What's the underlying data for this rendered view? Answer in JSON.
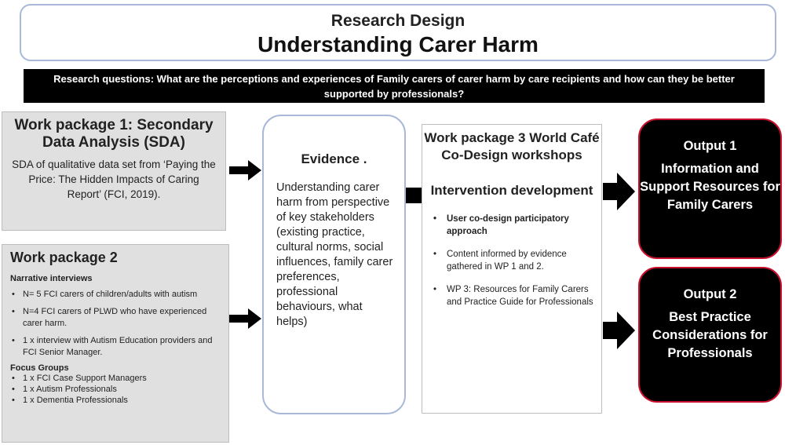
{
  "header": {
    "subtitle": "Research Design",
    "title": "Understanding Carer Harm"
  },
  "research_question": "Research questions: What are the perceptions and experiences of Family carers of carer harm by care recipients and how can they be better supported by  professionals?",
  "wp1": {
    "title": "Work package 1: Secondary Data Analysis (SDA)",
    "description": "SDA of qualitative data set from ‘Paying the Price: The Hidden Impacts of Caring Report’ (FCI, 2019)."
  },
  "wp2": {
    "title": "Work package 2",
    "narrative_heading": "Narrative interviews",
    "narrative_items": [
      "N= 5 FCI carers of  children/adults with autism",
      "N=4 FCI carers of PLWD who have experienced carer harm.",
      "1 x interview with Autism Education providers and FCI Senior Manager."
    ],
    "focus_heading": "Focus Groups",
    "focus_items": [
      "1  x FCI Case Support Managers",
      " 1 x Autism Professionals",
      "1 x   Dementia Professionals"
    ]
  },
  "evidence": {
    "title": "Evidence .",
    "body": "Understanding carer harm from perspective of key stakeholders (existing practice, cultural norms, social influences, family carer preferences, professional behaviours, what helps)"
  },
  "wp3": {
    "title": "Work package 3 World Café Co-Design workshops",
    "subtitle": "Intervention development",
    "items": [
      "User co-design participatory approach",
      "Content informed by evidence gathered in WP 1 and 2.",
      "WP 3: Resources for Family Carers and Practice Guide for Professionals"
    ]
  },
  "outputs": [
    {
      "title": "Output 1",
      "body": "Information and Support Resources for Family Carers"
    },
    {
      "title": "Output 2",
      "body": "Best Practice Considerations for Professionals"
    }
  ],
  "colors": {
    "box_gray": "#e0e0e0",
    "rounded_border": "#a9b8d8",
    "output_border": "#c8102e",
    "dark": "#000000"
  }
}
